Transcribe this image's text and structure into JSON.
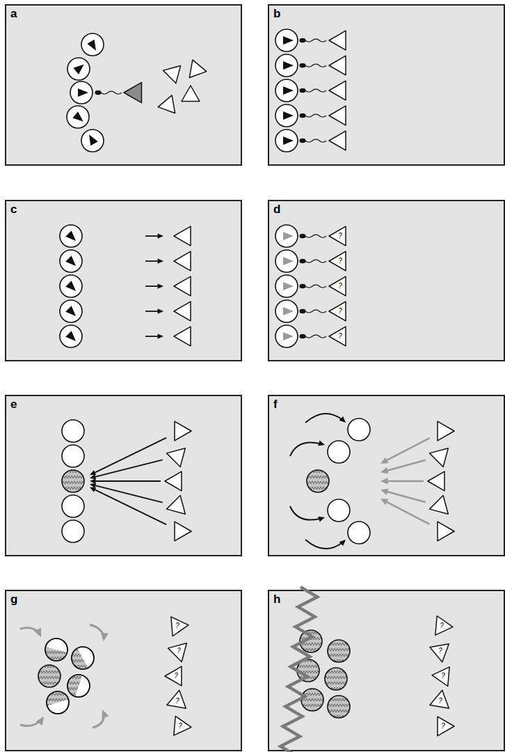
{
  "diagram": {
    "nodes": [
      {
        "text": [
          "a"
        ]
      },
      {
        "text": [
          "b"
        ]
      },
      {
        "text": [
          "c"
        ]
      },
      {
        "text": [
          "d"
        ]
      },
      {
        "text": [
          "?"
        ],
        "in": 3
      },
      {
        "text": [
          "?"
        ],
        "in": 3
      },
      {
        "text": [
          "?"
        ],
        "in": 3
      },
      {
        "text": [
          "?"
        ],
        "in": 3
      },
      {
        "text": [
          "?"
        ],
        "in": 3
      },
      {
        "text": [
          "e"
        ]
      },
      {
        "text": [
          "f"
        ]
      },
      {
        "text": [
          "g"
        ]
      },
      {
        "text": [
          "?"
        ],
        "in": 11
      },
      {
        "text": [
          "?"
        ],
        "in": 11
      },
      {
        "text": [
          "?"
        ],
        "in": 11
      },
      {
        "text": [
          "?"
        ],
        "in": 11
      },
      {
        "text": [
          "?"
        ],
        "in": 11
      },
      {
        "text": [
          "h"
        ]
      },
      {
        "text": [
          "?"
        ],
        "in": 17
      },
      {
        "text": [
          "?"
        ],
        "in": 17
      },
      {
        "text": [
          "?"
        ],
        "in": 17
      },
      {
        "text": [
          "?"
        ],
        "in": 17
      },
      {
        "text": [
          "?"
        ],
        "in": 17
      }
    ]
  }
}
